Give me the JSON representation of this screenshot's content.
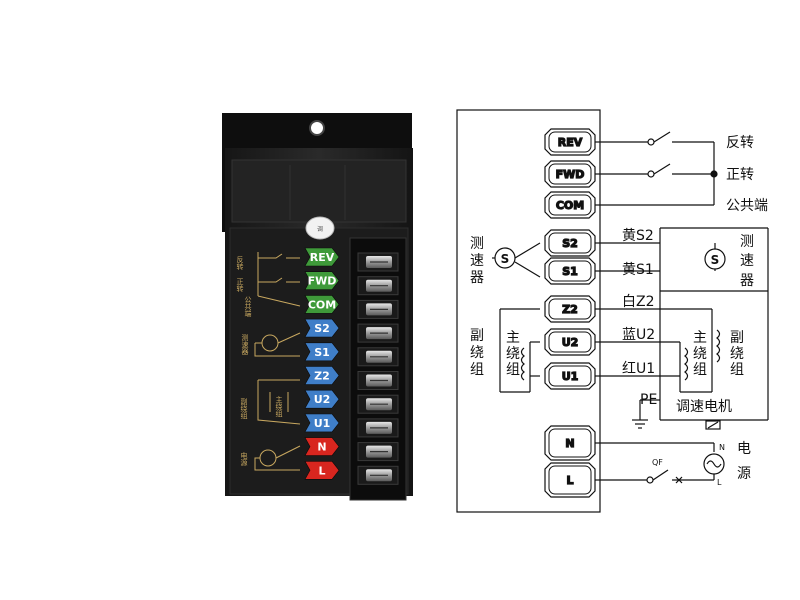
{
  "controller_photo": {
    "badges": [
      {
        "label": "REV",
        "color": "#3f9a3a",
        "text_color": "#1b3d10"
      },
      {
        "label": "FWD",
        "color": "#3f9a3a",
        "text_color": "#1b3d10"
      },
      {
        "label": "COM",
        "color": "#3f9a3a",
        "text_color": "#1b3d10"
      },
      {
        "label": "S2",
        "color": "#3f7ec8",
        "text_color": "#ffffff"
      },
      {
        "label": "S1",
        "color": "#3f7ec8",
        "text_color": "#ffffff"
      },
      {
        "label": "Z2",
        "color": "#3f7ec8",
        "text_color": "#ffffff"
      },
      {
        "label": "U2",
        "color": "#3f7ec8",
        "text_color": "#ffffff"
      },
      {
        "label": "U1",
        "color": "#3f7ec8",
        "text_color": "#ffffff"
      },
      {
        "label": "N",
        "color": "#d8261f",
        "text_color": "#ffffff"
      },
      {
        "label": "L",
        "color": "#d8261f",
        "text_color": "#ffffff"
      }
    ],
    "side_labels": {
      "rev": "反转",
      "fwd": "正转",
      "com": "公共端",
      "tach": "测速器",
      "aux": "副绕组",
      "main": "主绕组",
      "power": "电源"
    },
    "knob_text": "调",
    "screw_count": 10
  },
  "wiring_diagram": {
    "terminals": [
      "REV",
      "FWD",
      "COM",
      "S2",
      "S1",
      "Z2",
      "U2",
      "U1",
      "N",
      "L"
    ],
    "labels": {
      "reverse": "反转",
      "forward": "正转",
      "common": "公共端",
      "tach_left": [
        "测",
        "速",
        "器"
      ],
      "tach_right": [
        "测",
        "速",
        "器"
      ],
      "wire_s2": "黄S2",
      "wire_s1": "黄S1",
      "wire_z2": "白Z2",
      "wire_u2": "蓝U2",
      "wire_u1": "红U1",
      "aux_left": [
        "副",
        "绕",
        "组"
      ],
      "main_left": [
        "主",
        "绕",
        "组"
      ],
      "main_right": [
        "主",
        "绕",
        "组"
      ],
      "aux_right": [
        "副",
        "绕",
        "组"
      ],
      "pe": "PE",
      "motor": "调速电机",
      "power": [
        "电",
        "源"
      ],
      "qf": "QF",
      "n_mark": "N",
      "l_mark": "L",
      "sensor_symbol": "S"
    }
  }
}
